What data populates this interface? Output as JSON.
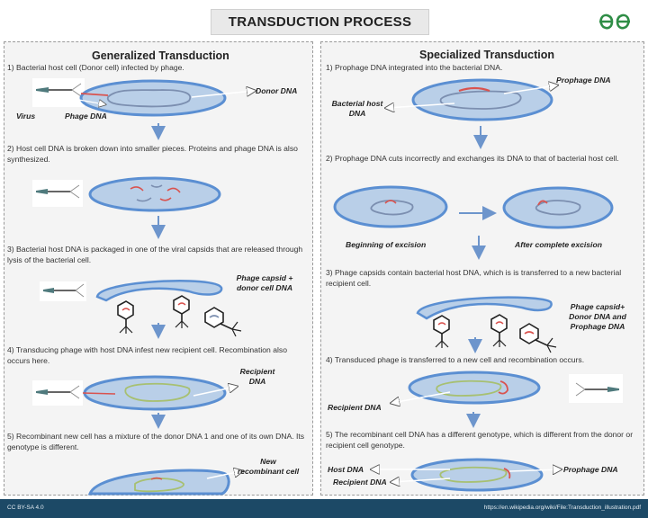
{
  "header": {
    "title": "TRANSDUCTION PROCESS",
    "logo_icon": "geeksforgeeks-logo",
    "brand_color": "#2f8d46"
  },
  "colors": {
    "cell_fill": "#b9cfe8",
    "cell_edge": "#5b8fd2",
    "host_dna": "#7c8fb0",
    "donor_dna": "#d9534f",
    "recipient_dna": "#a7c071",
    "arrow": "#6d95cc",
    "footer_bg": "#1c4966"
  },
  "generalized": {
    "heading": "Generalized Transduction",
    "steps": [
      "1) Bacterial host cell (Donor cell) infected by phage.",
      "2) Host cell DNA is broken down into smaller pieces. Proteins and phage DNA is also synthesized.",
      "3) Bacterial host DNA is packaged in one of the viral capsids that are released through lysis of the bacterial cell.",
      "4) Transducing phage with host DNA infest new recipient  cell. Recombination also occurs here.",
      "5) Recombinant new cell has a mixture of the donor DNA 1 and one of its own DNA. Its genotype is different."
    ],
    "labels": {
      "virus": "Virus",
      "phage_dna": "Phage DNA",
      "donor_dna": "Donor DNA",
      "phage_capsid_donor": "Phage capsid +\ndonor cell DNA",
      "recipient_dna": "Recipient\nDNA",
      "new_recombinant": "New\nrecombinant cell"
    }
  },
  "specialized": {
    "heading": "Specialized Transduction",
    "steps": [
      "1) Prophage DNA integrated into the bacterial DNA.",
      "2)  Prophage DNA cuts incorrectly and exchanges its DNA to that of bacterial host cell.",
      "3) Phage capsids contain bacterial host DNA, which is is transferred to a new bacterial recipient cell.",
      "4) Transduced phage is transferred to a new cell and recombination occurs.",
      "5) The recombinant cell DNA has a different genotype, which is different from the donor or recipient cell genotype."
    ],
    "labels": {
      "prophage_dna": "Prophage DNA",
      "bacterial_host_dna": "Bacterial host\nDNA",
      "beginning_excision": "Beginning of excision",
      "after_excision": "After complete excision",
      "phage_capsid_donor_prophage": "Phage capsid+\nDonor DNA and\nProphage DNA",
      "recipient_dna": "Recipient DNA",
      "host_dna": "Host DNA",
      "recipient_dna_2": "Recipient DNA",
      "prophage_dna_2": "Prophage DNA"
    }
  },
  "footer": {
    "license": "CC BY-SA 4.0",
    "source": "https://en.wikipedia.org/wiki/File:Transduction_illustration.pdf"
  }
}
